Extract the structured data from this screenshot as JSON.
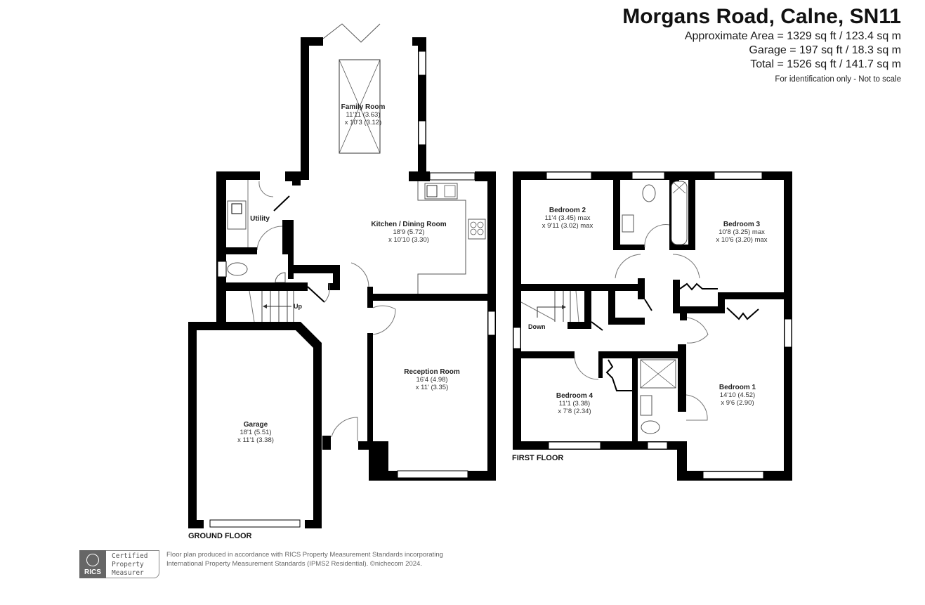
{
  "header": {
    "title": "Morgans Road, Calne, SN11",
    "areas": [
      "Approximate Area = 1329 sq ft / 123.4 sq m",
      "Garage = 197 sq ft / 18.3 sq m",
      "Total = 1526 sq ft / 141.7 sq m"
    ],
    "disclaimer": "For identification only - Not to scale"
  },
  "ground_floor": {
    "label": "GROUND FLOOR",
    "rooms": [
      {
        "name": "Family Room",
        "dim1": "11'11 (3.63)",
        "dim2": "x 10'3 (3.12)"
      },
      {
        "name": "Kitchen / Dining Room",
        "dim1": "18'9 (5.72)",
        "dim2": "x 10'10 (3.30)"
      },
      {
        "name": "Utility",
        "dim1": "",
        "dim2": ""
      },
      {
        "name": "Reception Room",
        "dim1": "16'4 (4.98)",
        "dim2": "x 11' (3.35)"
      },
      {
        "name": "Garage",
        "dim1": "18'1 (5.51)",
        "dim2": "x 11'1 (3.38)"
      }
    ],
    "stairs_label": "Up"
  },
  "first_floor": {
    "label": "FIRST FLOOR",
    "rooms": [
      {
        "name": "Bedroom 2",
        "dim1": "11'4 (3.45) max",
        "dim2": "x 9'11 (3.02) max"
      },
      {
        "name": "Bedroom 3",
        "dim1": "10'8 (3.25) max",
        "dim2": "x 10'6 (3.20) max"
      },
      {
        "name": "Bedroom 4",
        "dim1": "11'1 (3.38)",
        "dim2": "x 7'8 (2.34)"
      },
      {
        "name": "Bedroom 1",
        "dim1": "14'10 (4.52)",
        "dim2": "x 9'6 (2.90)"
      }
    ],
    "stairs_label": "Down"
  },
  "footer": {
    "rics_label": "RICS",
    "cert_lines": [
      "Certified",
      "Property",
      "Measurer"
    ],
    "note_line1": "Floor plan produced in accordance with RICS Property Measurement Standards incorporating",
    "note_line2": "International Property Measurement Standards (IPMS2 Residential).   ©nichecom 2024."
  },
  "colors": {
    "wall": "#000000",
    "background": "#ffffff",
    "fixture_line": "#555555"
  }
}
